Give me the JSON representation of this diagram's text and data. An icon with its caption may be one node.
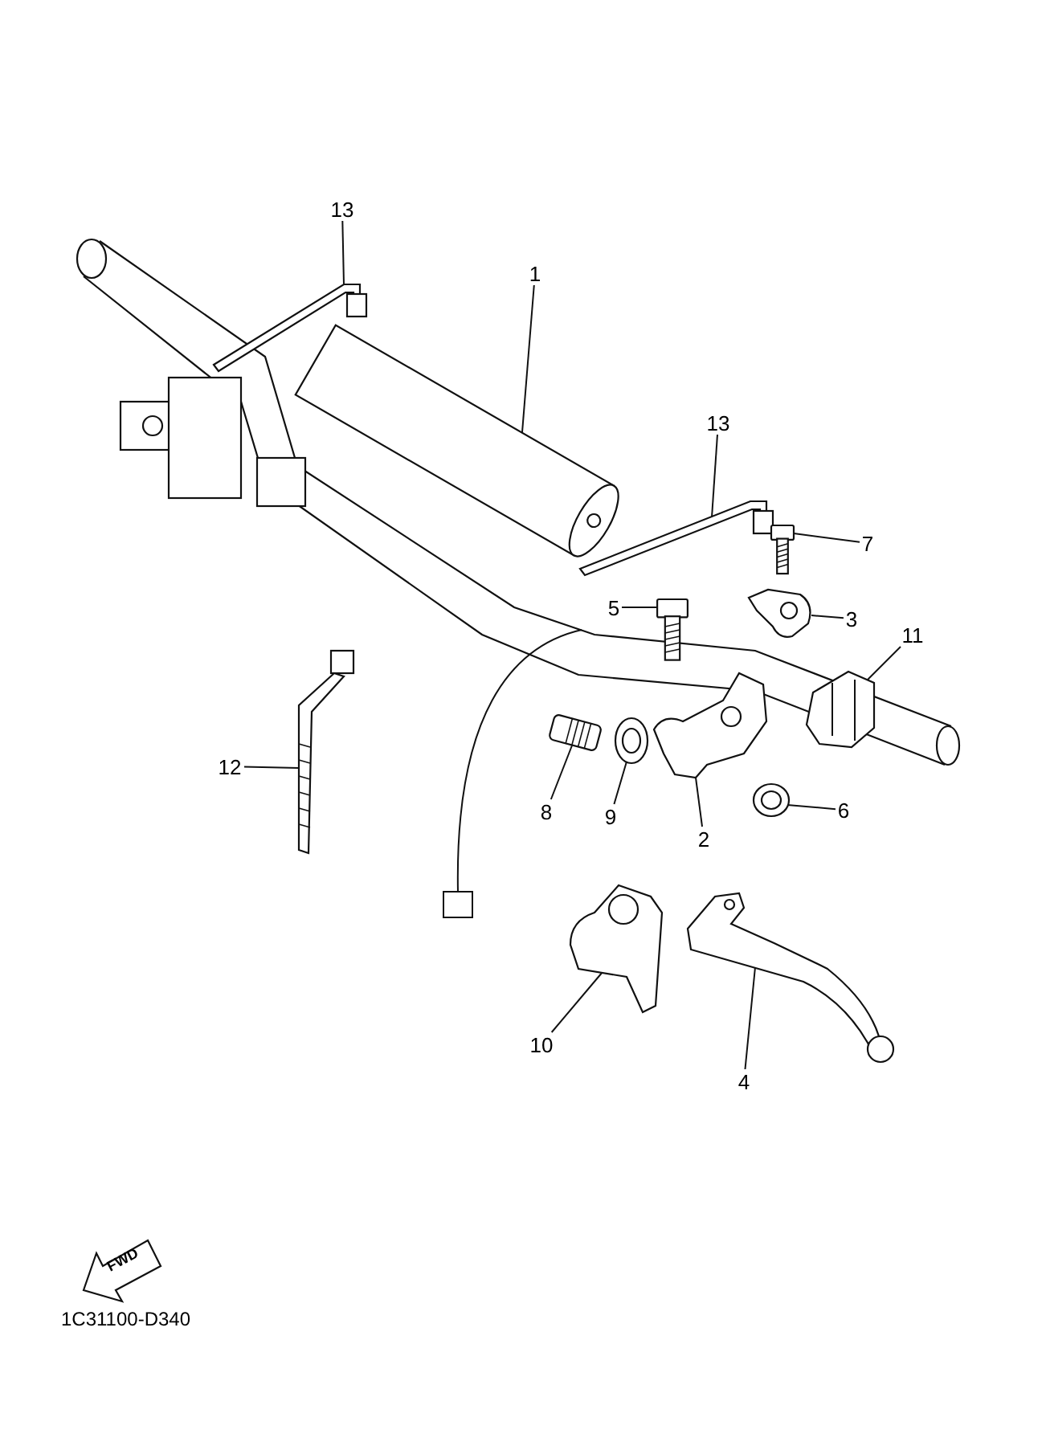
{
  "diagram": {
    "nodes": [
      {
        "text": [
          "13"
        ]
      },
      {
        "text": [],
        "shape": "picture"
      },
      {
        "text": [
          "1"
        ]
      },
      {
        "text": [],
        "shape": "picture"
      },
      {
        "text": [
          "13"
        ]
      },
      {
        "text": [],
        "shape": "picture"
      },
      {
        "text": [
          "7"
        ]
      },
      {
        "text": [],
        "shape": "picture"
      },
      {
        "text": [
          "5"
        ]
      },
      {
        "text": [],
        "shape": "picture"
      },
      {
        "text": [
          "3"
        ]
      },
      {
        "text": [],
        "shape": "picture"
      },
      {
        "text": [
          "11"
        ]
      },
      {
        "text": [],
        "shape": "picture"
      },
      {
        "text": [
          "12"
        ]
      },
      {
        "text": [],
        "shape": "picture"
      },
      {
        "text": [
          "8"
        ]
      },
      {
        "text": [],
        "shape": "picture"
      },
      {
        "text": [
          "9"
        ]
      },
      {
        "text": [],
        "shape": "picture"
      },
      {
        "text": [
          "2"
        ]
      },
      {
        "text": [],
        "shape": "picture"
      },
      {
        "text": [
          "6"
        ]
      },
      {
        "text": [],
        "shape": "picture"
      },
      {
        "text": [
          "10"
        ]
      },
      {
        "text": [],
        "shape": "picture"
      },
      {
        "text": [
          "4"
        ]
      },
      {
        "text": [],
        "shape": "picture"
      }
    ],
    "edges": [
      {
        "from": 0,
        "to": 1,
        "arrow": "none"
      },
      {
        "from": 2,
        "to": 3,
        "arrow": "none"
      },
      {
        "from": 4,
        "to": 5,
        "arrow": "none"
      },
      {
        "from": 6,
        "to": 7,
        "arrow": "none"
      },
      {
        "from": 8,
        "to": 9,
        "arrow": "none"
      },
      {
        "from": 10,
        "to": 11,
        "arrow": "none"
      },
      {
        "from": 12,
        "to": 13,
        "arrow": "none"
      },
      {
        "from": 14,
        "to": 15,
        "arrow": "none"
      },
      {
        "from": 16,
        "to": 17,
        "arrow": "none"
      },
      {
        "from": 18,
        "to": 19,
        "arrow": "none"
      },
      {
        "from": 20,
        "to": 21,
        "arrow": "none"
      },
      {
        "from": 22,
        "to": 23,
        "arrow": "none"
      },
      {
        "from": 24,
        "to": 25,
        "arrow": "none"
      },
      {
        "from": 26,
        "to": 27,
        "arrow": "none"
      }
    ],
    "labels": [
      "FWD",
      "1C31100-D340"
    ]
  }
}
